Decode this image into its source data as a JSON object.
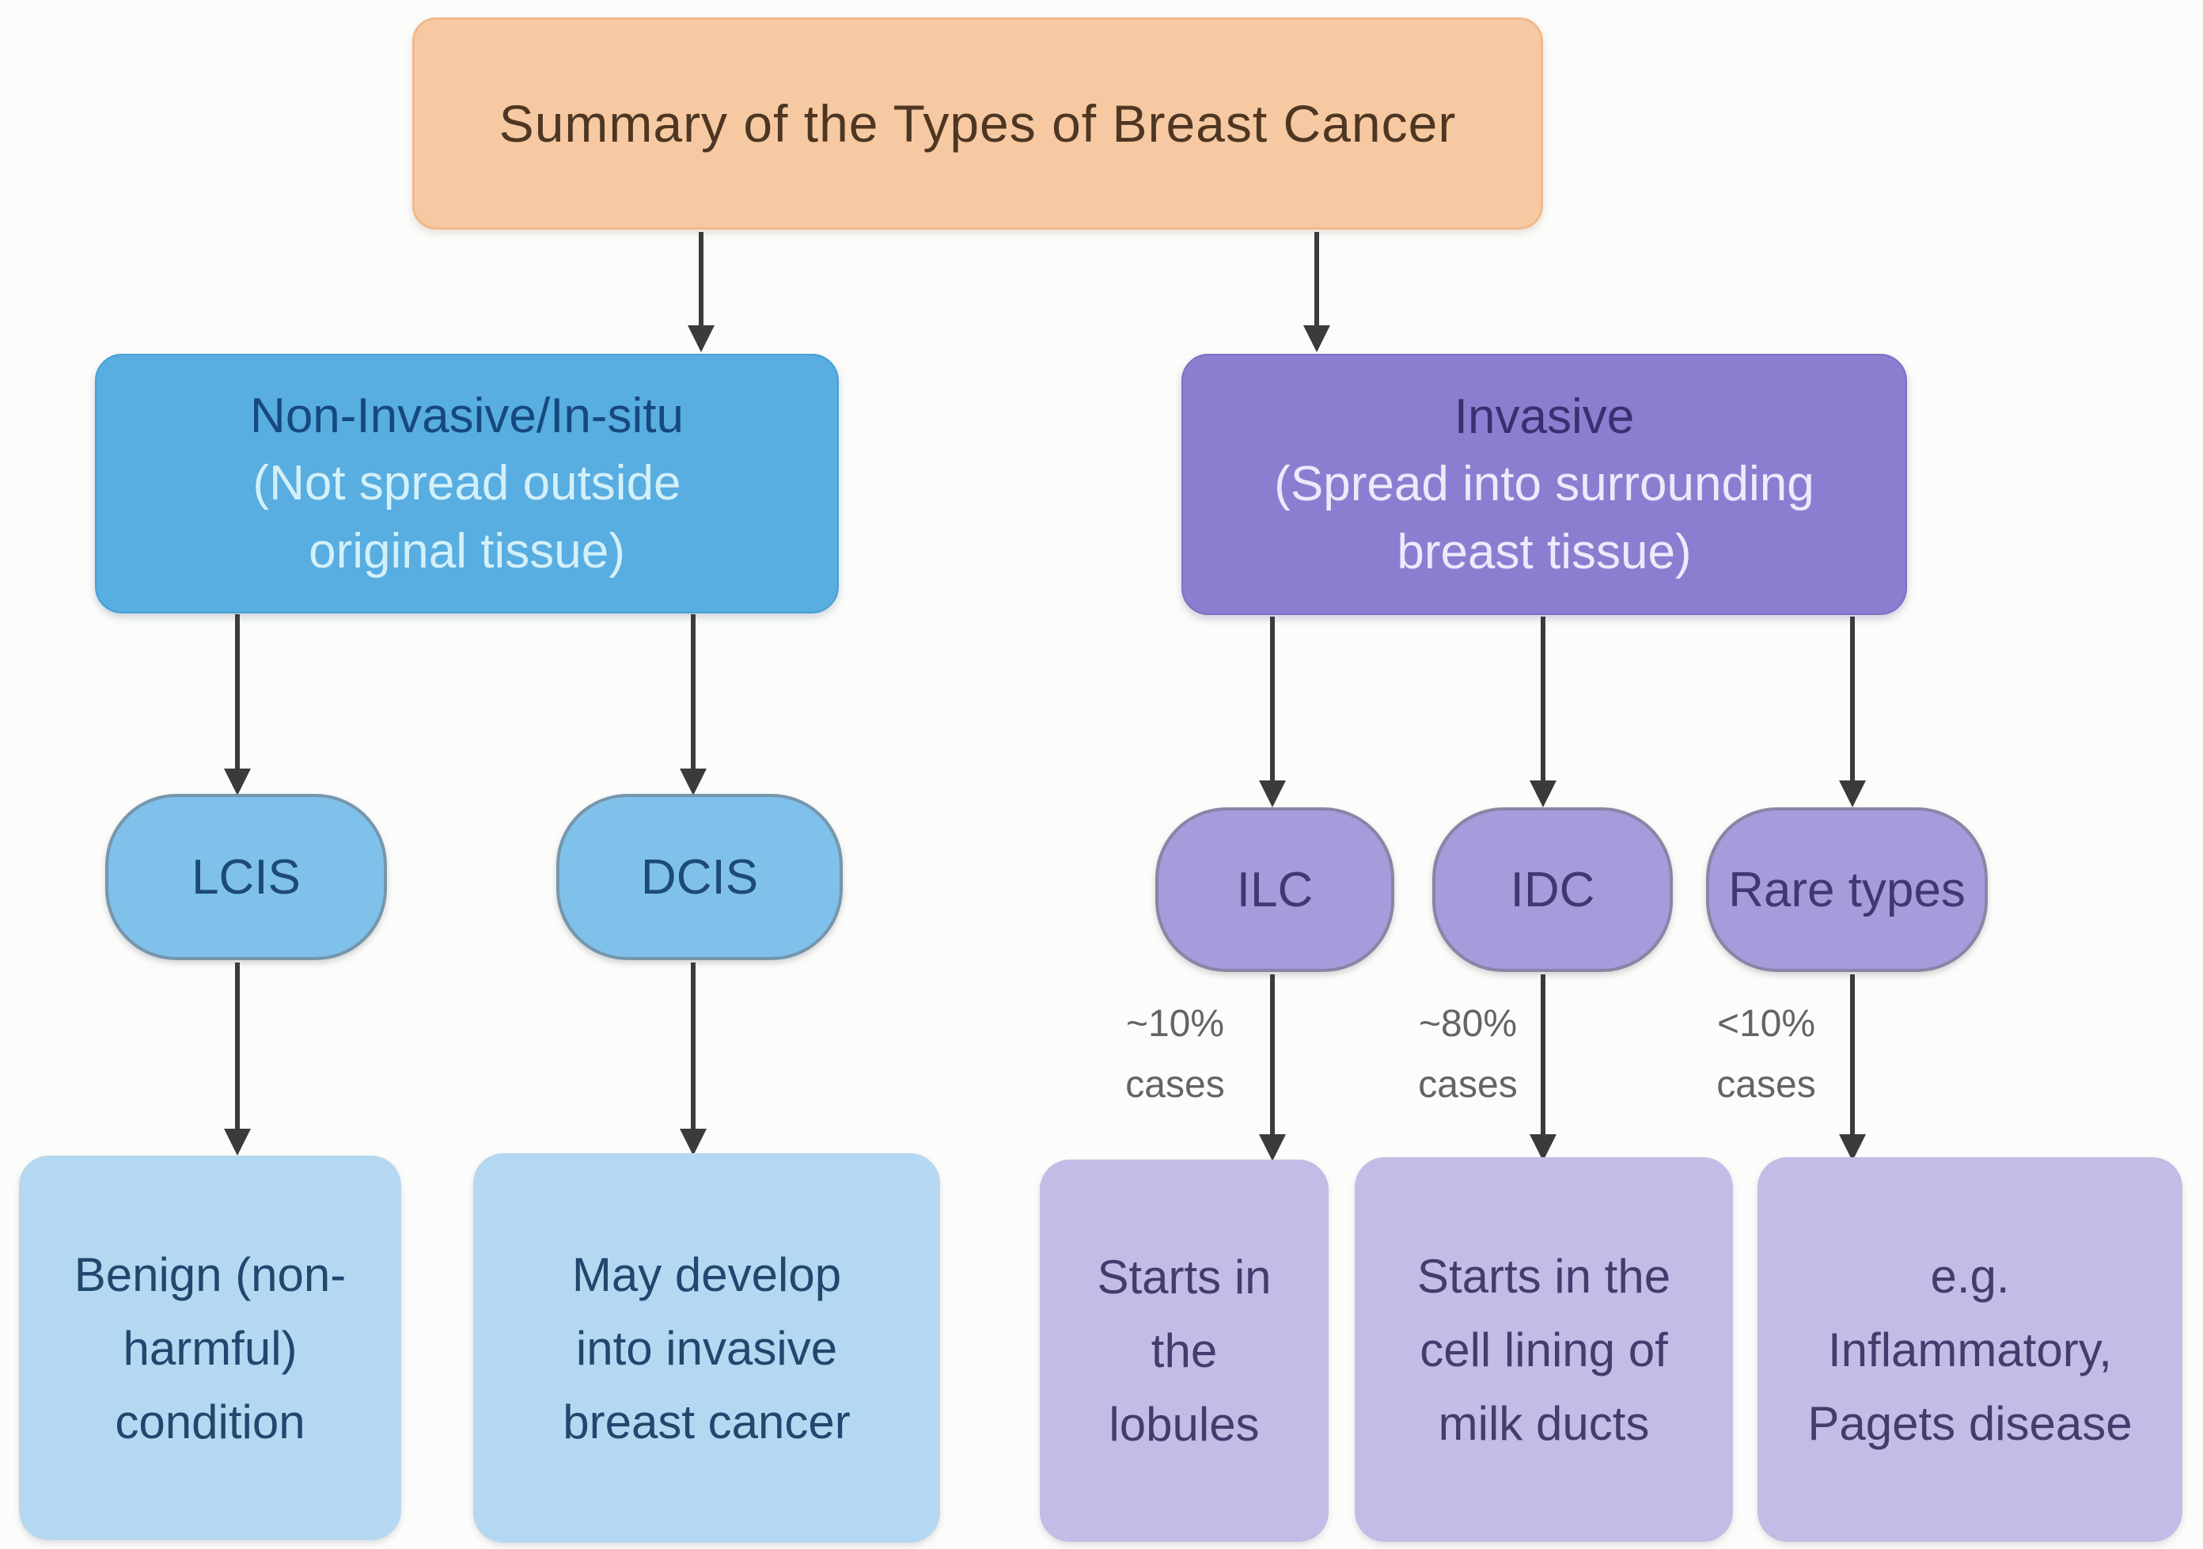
{
  "title": "Summary of the Types of Breast Cancer",
  "branches": {
    "non_invasive": {
      "heading": "Non-Invasive/In-situ",
      "subheading": "(Not spread outside\noriginal tissue)",
      "children": [
        {
          "label": "LCIS",
          "outcome": "Benign (non-\nharmful)\ncondition"
        },
        {
          "label": "DCIS",
          "outcome": "May develop\ninto invasive\nbreast cancer"
        }
      ]
    },
    "invasive": {
      "heading": "Invasive",
      "subheading": "(Spread into surrounding\nbreast tissue)",
      "children": [
        {
          "label": "ILC",
          "share": "~10%\ncases",
          "outcome": "Starts in\nthe\nlobules"
        },
        {
          "label": "IDC",
          "share": "~80%\ncases",
          "outcome": "Starts in the\ncell lining of\nmilk ducts"
        },
        {
          "label": "Rare types",
          "share": "<10%\ncases",
          "outcome": "e.g.\nInflammatory,\nPagets disease"
        }
      ]
    }
  },
  "colors": {
    "background": "#fcfcfa",
    "arrow": "#3b3b3b",
    "title_box_bg": "#f6c9a2",
    "title_text": "#4e3622",
    "non_invasive_header_bg": "#58ade1",
    "non_invasive_heading_text": "#16497e",
    "non_invasive_subheading_text": "#d3f0f9",
    "non_invasive_pill_bg": "#7fc1ea",
    "non_invasive_pill_text": "#1d4a77",
    "non_invasive_outcome_bg": "#b5d8f2",
    "non_invasive_outcome_text": "#20486f",
    "invasive_header_bg": "#8b7ed1",
    "invasive_heading_text": "#38306f",
    "invasive_subheading_text": "#eceafb",
    "invasive_pill_bg": "#a89bdc",
    "invasive_pill_text": "#403870",
    "invasive_outcome_bg": "#c4bce6",
    "invasive_outcome_text": "#443c6e",
    "share_label_text": "#646464"
  }
}
